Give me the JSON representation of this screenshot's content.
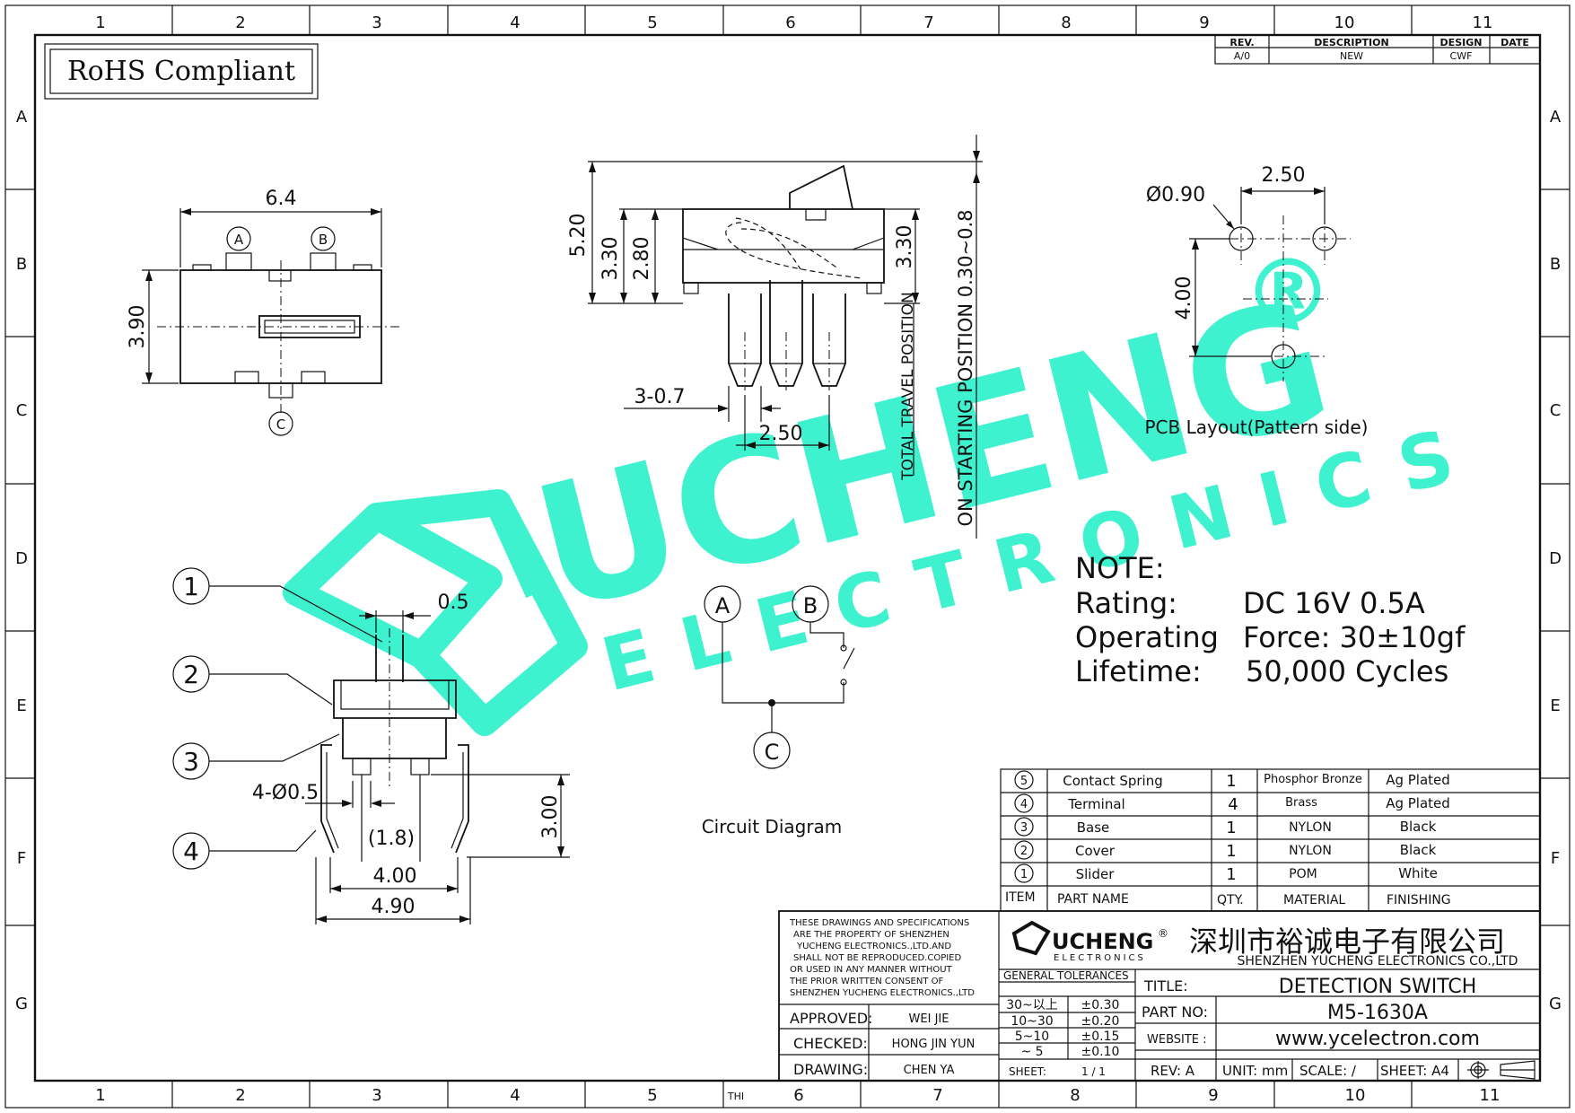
{
  "frame": {
    "columns": [
      "1",
      "2",
      "3",
      "4",
      "5",
      "6",
      "7",
      "8",
      "9",
      "10",
      "11"
    ],
    "rows": [
      "A",
      "B",
      "C",
      "D",
      "E",
      "F",
      "G"
    ],
    "bottom_marker": "THI"
  },
  "rohs": "RoHS Compliant",
  "revision": {
    "headers": [
      "REV.",
      "DESCRIPTION",
      "DESIGN",
      "DATE"
    ],
    "row": [
      "A/0",
      "NEW",
      "CWF",
      ""
    ]
  },
  "watermark": {
    "main": "UCHENG",
    "sub": "ELECTRONICS",
    "mark": "®"
  },
  "top_view": {
    "width": "6.4",
    "height": "3.90",
    "labels": [
      "A",
      "B",
      "C"
    ]
  },
  "side_view": {
    "dims": [
      "5.20",
      "3.30",
      "2.80",
      "3.30",
      "3-0.7",
      "2.50"
    ],
    "total_travel": "TOTAL TRAVEL POSITION",
    "on_start": "ON STARTING POSITION 0.30~0.8"
  },
  "pcb": {
    "dia": "Ø0.90",
    "pitch": "2.50",
    "spacing": "4.00",
    "caption": "PCB Layout(Pattern side)"
  },
  "section_view": {
    "callouts": [
      "1",
      "2",
      "3",
      "4"
    ],
    "dims": [
      "0.5",
      "4-Ø0.5",
      "(1.8)",
      "4.00",
      "4.90",
      "3.00"
    ]
  },
  "circuit": {
    "labels": [
      "A",
      "B",
      "C"
    ],
    "caption": "Circuit Diagram"
  },
  "note": {
    "title": "NOTE:",
    "lines": [
      {
        "k": "Rating:",
        "v": "DC 16V 0.5A"
      },
      {
        "k": "Operating",
        "v": "Force: 30±10gf"
      },
      {
        "k": "Lifetime:",
        "v": "50,000 Cycles"
      }
    ]
  },
  "bom": {
    "rows": [
      {
        "item": "5",
        "name": "Contact Spring",
        "qty": "1",
        "material": "Phosphor Bronze",
        "finish": "Ag Plated"
      },
      {
        "item": "4",
        "name": "Terminal",
        "qty": "4",
        "material": "Brass",
        "finish": "Ag Plated"
      },
      {
        "item": "3",
        "name": "Base",
        "qty": "1",
        "material": "NYLON",
        "finish": "Black"
      },
      {
        "item": "2",
        "name": "Cover",
        "qty": "1",
        "material": "NYLON",
        "finish": "Black"
      },
      {
        "item": "1",
        "name": "Slider",
        "qty": "1",
        "material": "POM",
        "finish": "White"
      }
    ],
    "header": {
      "item": "ITEM",
      "name": "PART NAME",
      "qty": "QTY.",
      "material": "MATERIAL",
      "finish": "FINISHING"
    }
  },
  "title_block": {
    "disclaimer": [
      "THESE DRAWINGS AND SPECIFICATIONS",
      "ARE THE PROPERTY OF SHENZHEN",
      "YUCHENG ELECTRONICS.,LTD.AND",
      "SHALL NOT BE REPRODUCED.COPIED",
      "OR USED IN ANY MANNER WITHOUT",
      "THE PRIOR WRITTEN CONSENT OF",
      "SHENZHEN YUCHENG ELECTRONICS.,LTD"
    ],
    "logo_main": "UCHENG",
    "logo_sub": "ELECTRONICS",
    "logo_reg": "®",
    "company_cn": "深圳市裕诚电子有限公司",
    "company_en": "SHENZHEN YUCHENG ELECTRONICS CO.,LTD",
    "approved_label": "APPROVED:",
    "approved": "WEI JIE",
    "checked_label": "CHECKED:",
    "checked": "HONG JIN YUN",
    "drawing_label": "DRAWING:",
    "drawing": "CHEN YA",
    "tol_title": "GENERAL TOLERANCES",
    "tolerances": [
      {
        "range": "30~以上",
        "tol": "±0.30"
      },
      {
        "range": "10~30",
        "tol": "±0.20"
      },
      {
        "range": "5~10",
        "tol": "±0.15"
      },
      {
        "range": "~ 5",
        "tol": "±0.10"
      }
    ],
    "sheet_label": "SHEET:",
    "sheet": "1 / 1",
    "title_label": "TITLE:",
    "title": "DETECTION SWITCH",
    "part_label": "PART NO:",
    "part": "M5-1630A",
    "website_label": "WEBSITE :",
    "website": "www.ycelectron.com",
    "rev": "REV: A",
    "unit": "UNIT: mm",
    "scale": "SCALE: /",
    "sheet_size": "SHEET: A4"
  }
}
